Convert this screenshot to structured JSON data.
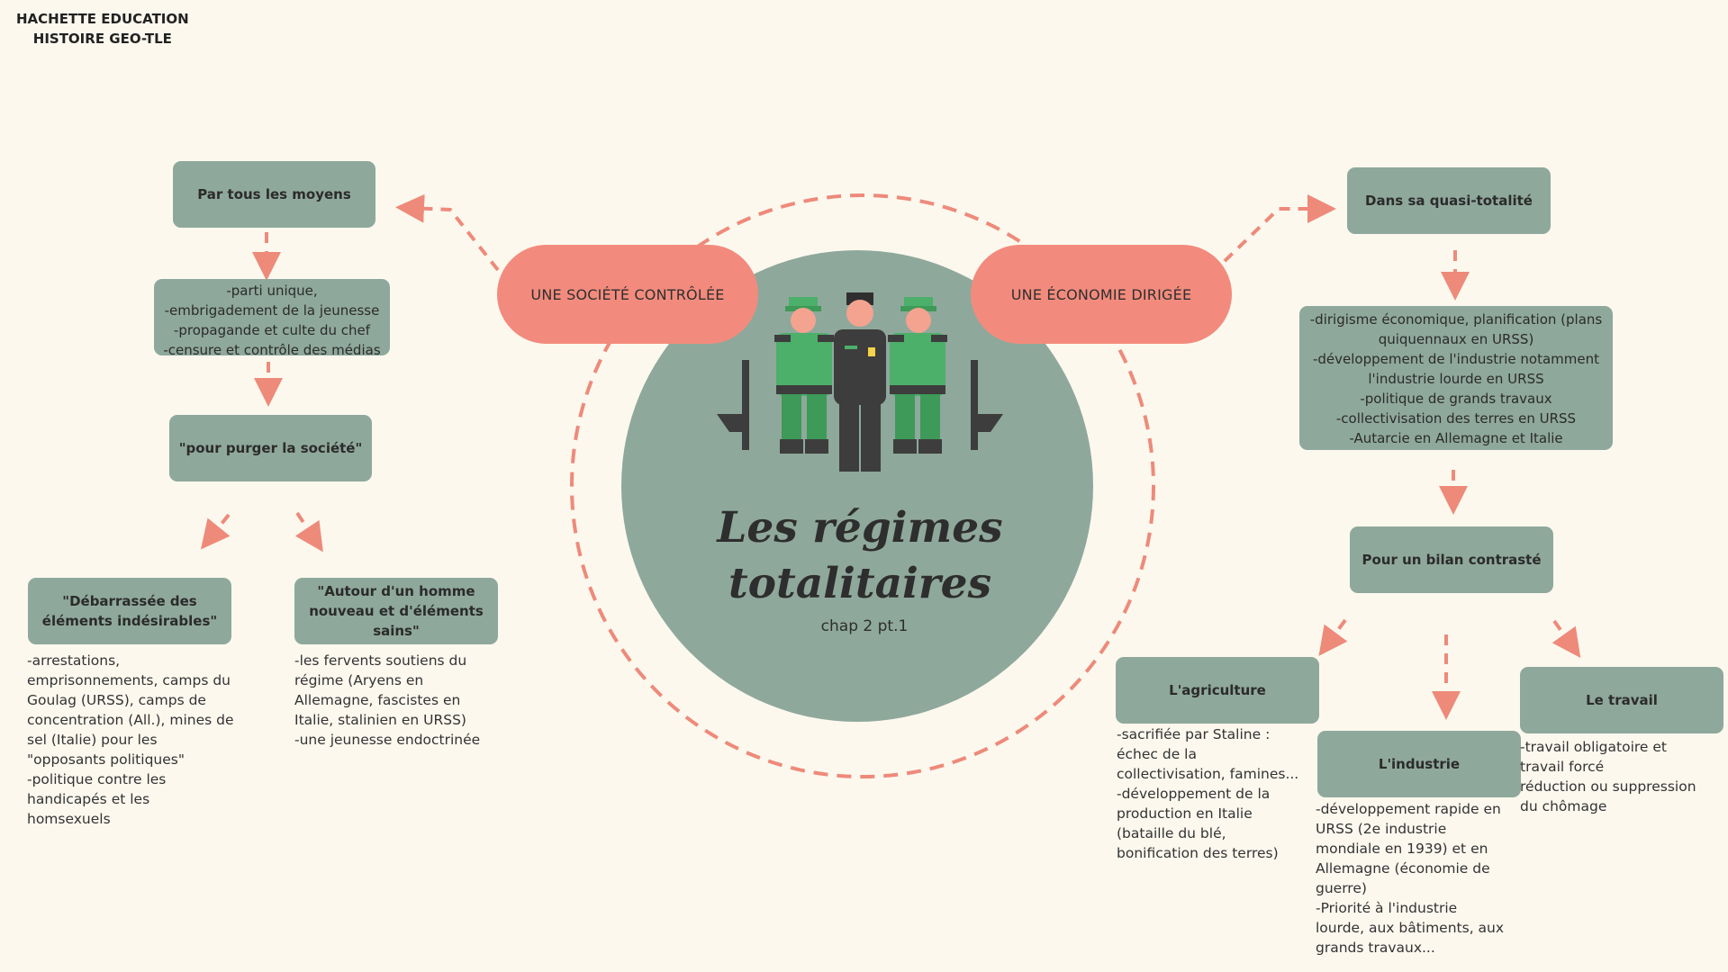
{
  "header": {
    "line1": "HACHETTE EDUCATION",
    "line2": "HISTOIRE GEO-TLE"
  },
  "center": {
    "title_line1": "Les régimes",
    "title_line2": "totalitaires",
    "subtitle": "chap 2 pt.1"
  },
  "left": {
    "pill": "UNE SOCIÉTÉ CONTRÔLÉE",
    "means_title": "Par tous les moyens",
    "means_list": [
      "-parti unique,",
      "-embrigadement de la jeunesse",
      "-propagande et culte du chef",
      "-censure et contrôle des médias"
    ],
    "purge_title": "\"pour purger la société\"",
    "rid_title": "\"Débarrassée des éléments indésirables\"",
    "rid_text": "-arrestations,\nemprisonnements, camps du\nGoulag (URSS), camps de\nconcentration (All.), mines de\nsel (Italie) pour les\n\"opposants politiques\"\n-politique contre les\nhandicapés et les\nhomsexuels",
    "new_man_title": "\"Autour d'un homme nouveau et d'éléments sains\"",
    "new_man_text": "-les fervents soutiens du\nrégime (Aryens en\nAllemagne, fascistes en\nItalie, stalinien en URSS)\n-une jeunesse endoctrinée"
  },
  "right": {
    "pill": "UNE ÉCONOMIE DIRIGÉE",
    "total_title": "Dans sa quasi-totalité",
    "total_list": [
      "-dirigisme économique, planification (plans",
      "quiquennaux en URSS)",
      "-développement de l'industrie notamment",
      "l'industrie lourde en URSS",
      "-politique de grands travaux",
      "-collectivisation des terres en URSS",
      "-Autarcie en Allemagne et Italie"
    ],
    "bilan_title": "Pour un bilan contrasté",
    "agri_title": "L'agriculture",
    "agri_text": "-sacrifiée par Staline :\néchec de la\ncollectivisation, famines...\n-développement de la\nproduction en Italie\n(bataille du blé,\nbonification des terres)",
    "industrie_title": "L'industrie",
    "industrie_text": "-développement rapide en\nURSS (2e industrie\nmondiale en 1939) et en\nAllemagne (économie de\nguerre)\n-Priorité à l'industrie\nlourde, aux bâtiments, aux\ngrands travaux...",
    "travail_title": "Le travail",
    "travail_text": "-travail obligatoire et\ntravail forcé\nréduction ou suppression\ndu chômage"
  },
  "colors": {
    "background": "#fcf8ee",
    "sage": "#8fa89c",
    "coral": "#f28b7d",
    "soldier_green": "#4caf6a",
    "uniform_dark": "#3d3d3d"
  },
  "icons": [
    "soldiers-illustration-icon",
    "dashed-arrow-icon"
  ]
}
